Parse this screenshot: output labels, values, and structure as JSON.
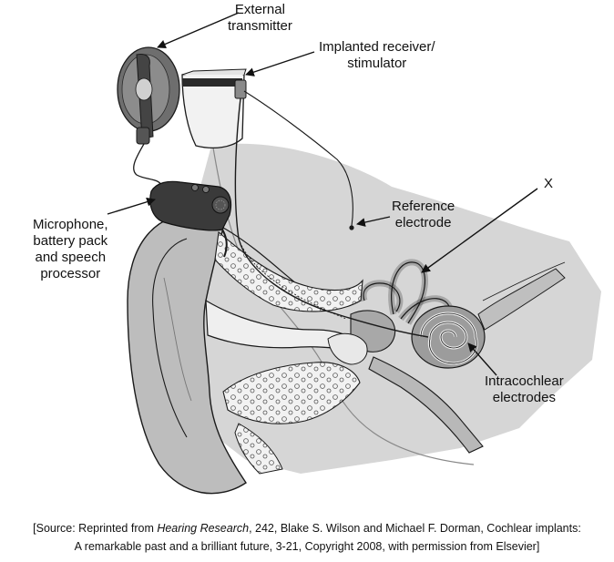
{
  "labels": {
    "external_transmitter": [
      "External",
      "transmitter"
    ],
    "implanted_receiver": [
      "Implanted receiver/",
      "stimulator"
    ],
    "x_marker": "X",
    "reference_electrode": [
      "Reference",
      "electrode"
    ],
    "microphone": [
      "Microphone,",
      "battery pack",
      "and speech",
      "processor"
    ],
    "intracochlear": [
      "Intracochlear",
      "electrodes"
    ]
  },
  "caption": {
    "line1_pre": "[Source: Reprinted from ",
    "line1_journal": "Hearing Research",
    "line1_post": ", 242, Blake S. Wilson and Michael F. Dorman, Cochlear implants:",
    "line2": "A remarkable past and a brilliant future, 3-21, Copyright 2008, with permission from Elsevier]"
  },
  "colors": {
    "background_gray": "#d9d9d9",
    "outline": "#1a1a1a",
    "device_dark": "#3a3a3a"
  }
}
